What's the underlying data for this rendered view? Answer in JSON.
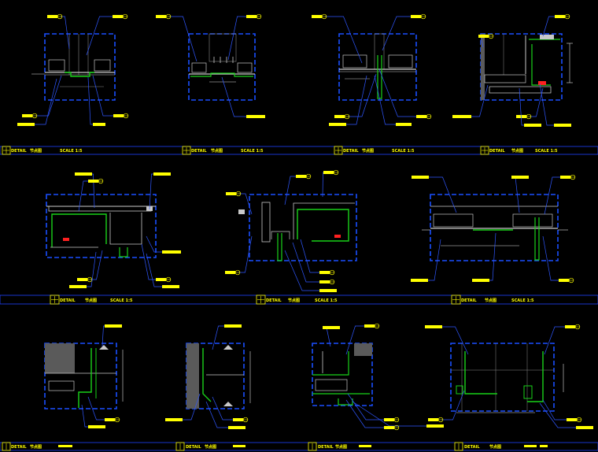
{
  "drawing": {
    "colors": {
      "background": "#000000",
      "frame": "#1a4fff",
      "leader": "#2f57ff",
      "tag": "#ffff00",
      "finish": "#19d219",
      "structure": "#c8c8c8",
      "fill": "#5a5a5a",
      "red": "#ff2020",
      "rule": "#2040ff"
    },
    "title_rows": [
      {
        "blocks": [
          {
            "word": "DETAIL",
            "cn": "节点图",
            "scale": "SCALE 1:5"
          },
          {
            "word": "DETAIL",
            "cn": "节点图",
            "scale": "SCALE 1:5"
          },
          {
            "word": "DETAIL",
            "cn": "节点图",
            "scale": "SCALE 1:5"
          },
          {
            "word": "DETAIL",
            "cn": "节点图",
            "scale": "SCALE 1:5"
          }
        ]
      },
      {
        "blocks": [
          {
            "word": "DETAIL",
            "cn": "节点图",
            "scale": "SCALE 1:5"
          },
          {
            "word": "DETAIL",
            "cn": "节点图",
            "scale": "SCALE 1:5"
          },
          {
            "word": "DETAIL",
            "cn": "节点图",
            "scale": "SCALE 1:5"
          }
        ]
      },
      {
        "blocks": [
          {
            "word": "DETAIL",
            "cn": "节点图",
            "scale": ""
          },
          {
            "word": "DETAIL",
            "cn": "节点图",
            "scale": ""
          },
          {
            "word": "DETAIL",
            "cn": "节点图",
            "scale": ""
          },
          {
            "word": "DETAIL",
            "cn": "节点图",
            "scale": ""
          }
        ]
      }
    ]
  }
}
